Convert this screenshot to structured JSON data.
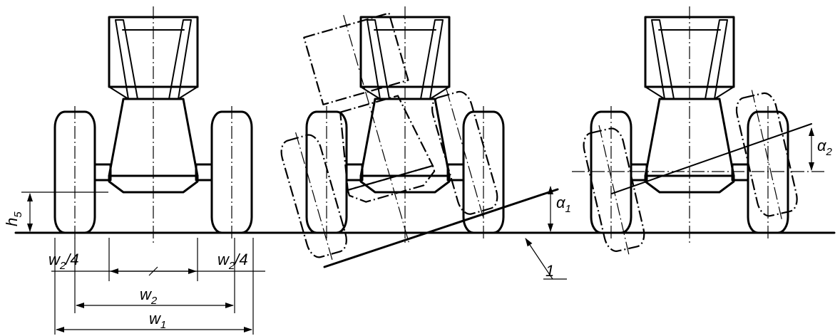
{
  "labels": {
    "w2_quarter_left": {
      "main": "w",
      "sub": "2",
      "tail": "/4"
    },
    "w2_quarter_right": {
      "main": "w",
      "sub": "2",
      "tail": "/4"
    },
    "w2": {
      "main": "w",
      "sub": "2"
    },
    "w1": {
      "main": "w",
      "sub": "1"
    },
    "h5": {
      "main": "h",
      "sub": "5"
    },
    "alpha1": {
      "main": "α",
      "sub": "1"
    },
    "alpha2": {
      "main": "α",
      "sub": "2"
    },
    "callout": "1"
  }
}
